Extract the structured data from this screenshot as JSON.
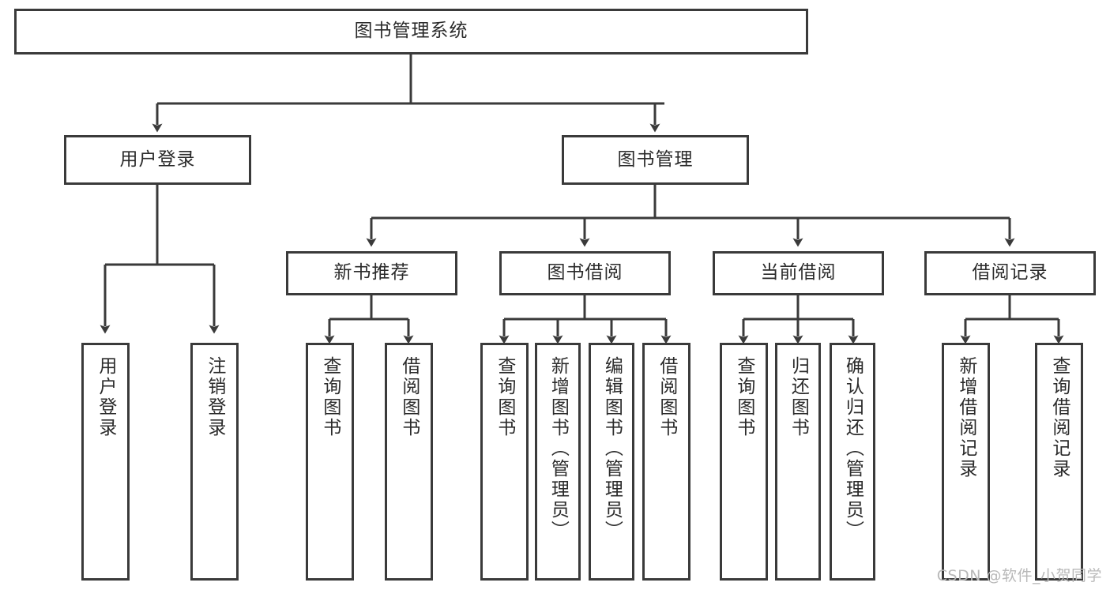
{
  "diagram": {
    "title": "图书管理系统",
    "type": "tree-hierarchy-diagram",
    "colors": {
      "box_border": "#3a3a3a",
      "box_fill": "#ffffff",
      "text": "#2b2b2b",
      "connector": "#3a3a3a",
      "watermark": "#b9b9b9",
      "background": "#ffffff"
    },
    "root": {
      "label": "图书管理系统"
    },
    "level2": [
      {
        "label": "用户登录"
      },
      {
        "label": "图书管理"
      }
    ],
    "level3": [
      {
        "label": "新书推荐"
      },
      {
        "label": "图书借阅"
      },
      {
        "label": "当前借阅"
      },
      {
        "label": "借阅记录"
      }
    ],
    "leaves": {
      "user_login": [
        {
          "label": "用户登录"
        },
        {
          "label": "注销登录"
        }
      ],
      "new_book_recommend": [
        {
          "label": "查询图书"
        },
        {
          "label": "借阅图书"
        }
      ],
      "book_borrow": [
        {
          "label": "查询图书"
        },
        {
          "label": "新增图书（管理员）"
        },
        {
          "label": "编辑图书（管理员）"
        },
        {
          "label": "借阅图书"
        }
      ],
      "current_borrow": [
        {
          "label": "查询图书"
        },
        {
          "label": "归还图书"
        },
        {
          "label": "确认归还（管理员）"
        }
      ],
      "borrow_record": [
        {
          "label": "新增借阅记录"
        },
        {
          "label": "查询借阅记录"
        }
      ]
    }
  },
  "watermark": {
    "text": "CSDN @软件_小贺同学"
  }
}
